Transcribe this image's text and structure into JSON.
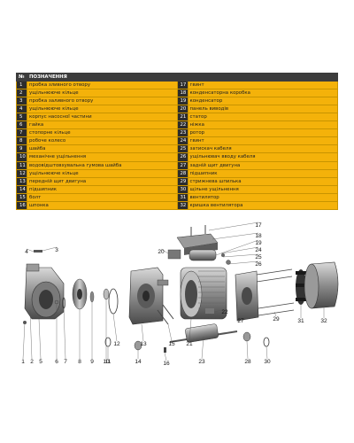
{
  "legend": {
    "header": {
      "num": "№",
      "title": "ПОЗНАЧЕННЯ"
    },
    "rows": [
      {
        "left": {
          "num": "1",
          "text": "пробка зливного отвору"
        },
        "right": {
          "num": "17",
          "text": "гвинт"
        }
      },
      {
        "left": {
          "num": "2",
          "text": "ущільнююче кільце"
        },
        "right": {
          "num": "18",
          "text": "конденсаторна коробка"
        }
      },
      {
        "left": {
          "num": "3",
          "text": "пробка заливного отвору"
        },
        "right": {
          "num": "19",
          "text": "конденсатор"
        }
      },
      {
        "left": {
          "num": "4",
          "text": "ущільнююче кільце"
        },
        "right": {
          "num": "20",
          "text": "панель виводів"
        }
      },
      {
        "left": {
          "num": "5",
          "text": "корпус насосної частини"
        },
        "right": {
          "num": "21",
          "text": "статор"
        }
      },
      {
        "left": {
          "num": "6",
          "text": "гайка"
        },
        "right": {
          "num": "22",
          "text": "ніжка"
        }
      },
      {
        "left": {
          "num": "7",
          "text": "стопорне кільце"
        },
        "right": {
          "num": "23",
          "text": "ротор"
        }
      },
      {
        "left": {
          "num": "8",
          "text": "робоче колесо"
        },
        "right": {
          "num": "24",
          "text": "гвинт"
        }
      },
      {
        "left": {
          "num": "9",
          "text": "шайба"
        },
        "right": {
          "num": "25",
          "text": "затискач кабеля"
        }
      },
      {
        "left": {
          "num": "10",
          "text": "механічне ущільнення"
        },
        "right": {
          "num": "26",
          "text": "ущільнювач вводу кабеля"
        }
      },
      {
        "left": {
          "num": "11",
          "text": "водовідштовхувальна гумова шайба"
        },
        "right": {
          "num": "27",
          "text": "задній щит двигуна"
        }
      },
      {
        "left": {
          "num": "12",
          "text": "ущільнююче кільце"
        },
        "right": {
          "num": "28",
          "text": "підшипник"
        }
      },
      {
        "left": {
          "num": "13",
          "text": "передній щит двигуна"
        },
        "right": {
          "num": "29",
          "text": "стрижнева шпилька"
        }
      },
      {
        "left": {
          "num": "14",
          "text": "підшипник"
        },
        "right": {
          "num": "30",
          "text": "щільне ущільнення"
        }
      },
      {
        "left": {
          "num": "15",
          "text": "болт"
        },
        "right": {
          "num": "31",
          "text": "вентилятор"
        }
      },
      {
        "left": {
          "num": "16",
          "text": "шпонка"
        },
        "right": {
          "num": "32",
          "text": "кришка вентилятора"
        }
      }
    ]
  },
  "labels": [
    "1",
    "2",
    "3",
    "4",
    "5",
    "6",
    "7",
    "8",
    "9",
    "10",
    "11",
    "12",
    "13",
    "14",
    "15",
    "16",
    "17",
    "18",
    "19",
    "20",
    "21",
    "22",
    "23",
    "24",
    "25",
    "26",
    "27",
    "28",
    "29",
    "30",
    "31",
    "32"
  ]
}
